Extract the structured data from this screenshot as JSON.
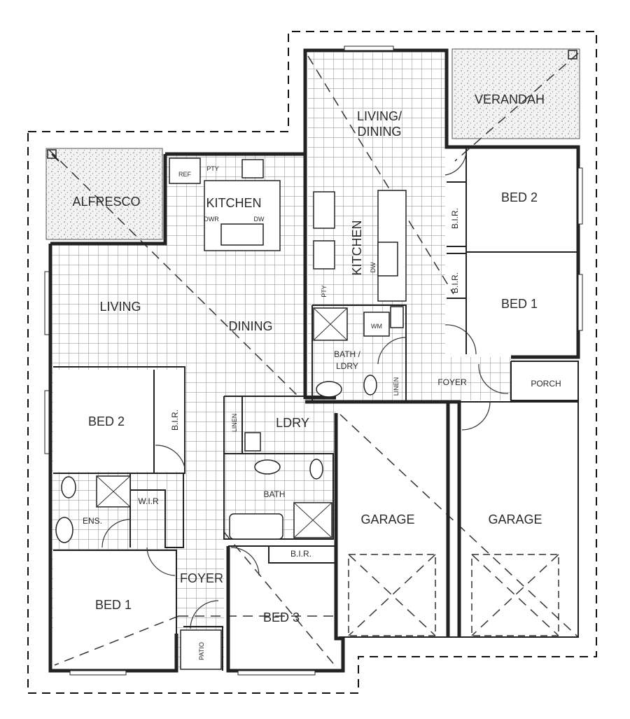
{
  "unit_left": {
    "alfresco": "ALFRESCO",
    "kitchen": "KITCHEN",
    "ref": "REF",
    "pty": "PTY",
    "dwr": "DWR",
    "dw": "DW",
    "living": "LIVING",
    "dining": "DINING",
    "bed2": "BED 2",
    "bir_bed2": "B.I.R.",
    "linen": "LINEN",
    "ldry": "LDRY",
    "ens": "ENS.",
    "wir": "W.I.R",
    "bath": "BATH",
    "bir_bed3": "B.I.R.",
    "foyer": "FOYER",
    "bed1": "BED 1",
    "bed3": "BED 3",
    "patio": "PATIO"
  },
  "unit_right": {
    "verandah": "VERANDAH",
    "living_dining_1": "LIVING/",
    "living_dining_2": "DINING",
    "kitchen": "KITCHEN",
    "pty": "PTY",
    "dw": "DW",
    "wm": "WM",
    "bed2": "BED 2",
    "bir_bed2": "B.I.R.",
    "bed1": "BED 1",
    "bir_bed1": "B.I.R.",
    "bath_ldry_1": "BATH /",
    "bath_ldry_2": "LDRY",
    "linen": "LINEN",
    "foyer": "FOYER",
    "porch": "PORCH"
  },
  "garage_left": "GARAGE",
  "garage_right": "GARAGE"
}
